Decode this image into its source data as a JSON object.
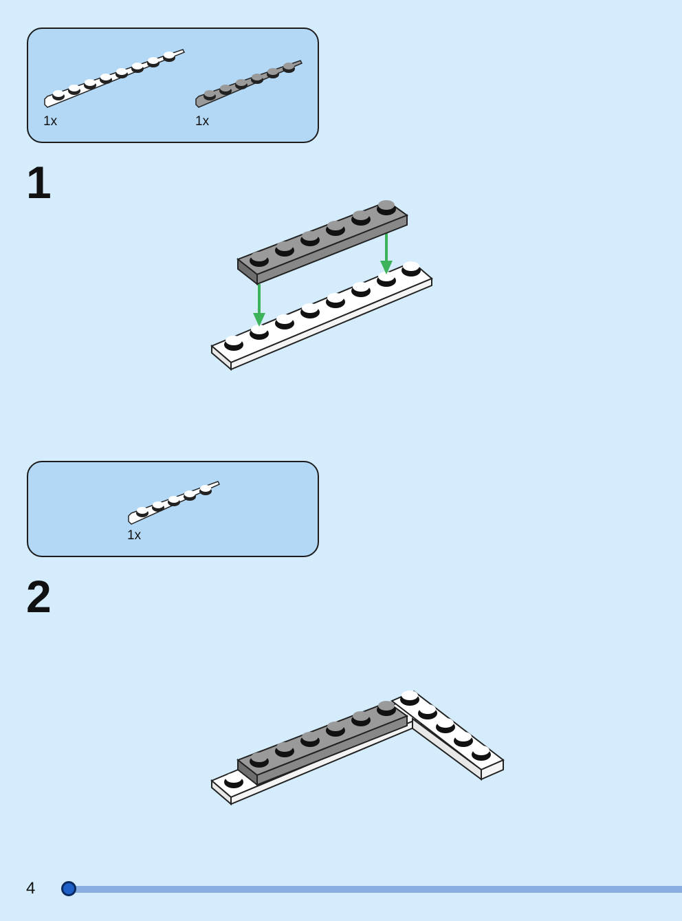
{
  "page": {
    "number": "4",
    "progress": 0.0
  },
  "steps": [
    {
      "number": "1",
      "parts": [
        {
          "quantity": "1x",
          "color": "#ffffff",
          "studs": 8
        },
        {
          "quantity": "1x",
          "color": "#9a9a9a",
          "studs": 6
        }
      ]
    },
    {
      "number": "2",
      "parts": [
        {
          "quantity": "1x",
          "color": "#ffffff",
          "studs": 5
        }
      ]
    }
  ],
  "colors": {
    "background": "#d4ecfc",
    "parts_box": "#b3d8f5",
    "arrow": "#3cb35b",
    "white_brick": "#ffffff",
    "gray_brick": "#9a9a9a",
    "progress_track": "#8aaee0",
    "progress_knob": "#1f5fc8"
  }
}
